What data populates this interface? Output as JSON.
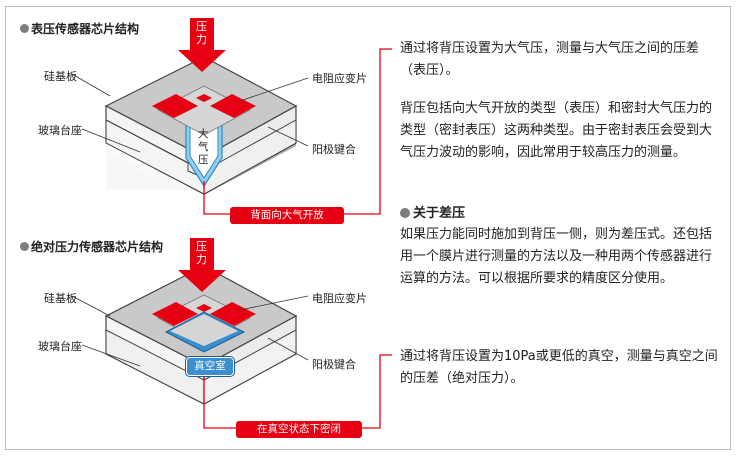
{
  "surface_heading": "表压传感器芯片结构",
  "absolute_heading": "绝对压力传感器芯片结构",
  "pressure_label": "压力",
  "labels": {
    "silicon_substrate": "硅基板",
    "glass_base": "玻璃台座",
    "resistive_strain_gauge": "电阻应变片",
    "anodic_bonding": "阳极键合"
  },
  "atmosphere_cavity": "大气压",
  "vacuum_chamber": "真空室",
  "back_open_badge": "背面向大气开放",
  "vacuum_sealed_badge": "在真空状态下密闭",
  "text": {
    "gauge_intro": "通过将背压设置为大气压，测量与大气压之间的压差（表压）。",
    "gauge_detail": "背压包括向大气开放的类型（表压）和密封大气压力的类型（密封表压）这两种类型。由于密封表压会受到大气压力波动的影响，因此常用于较高压力的测量。",
    "differential_heading": "关于差压",
    "differential_detail": "如果压力能同时施加到背压一侧，则为差压式。还包括用一个膜片进行测量的方法以及一种用两个传感器进行运算的方法。可以根据所要求的精度区分使用。",
    "absolute_intro": "通过将背压设置为10Pa或更低的真空，测量与真空之间的压差（绝对压力）。"
  },
  "colors": {
    "accent_red": "#e60012",
    "chip_top": "#c9c9c9",
    "chip_side": "#f7f7f7",
    "cavity_blue": "#8fd0ee",
    "chamber_blue": "#3b8fce",
    "border": "#b9c1c7"
  }
}
